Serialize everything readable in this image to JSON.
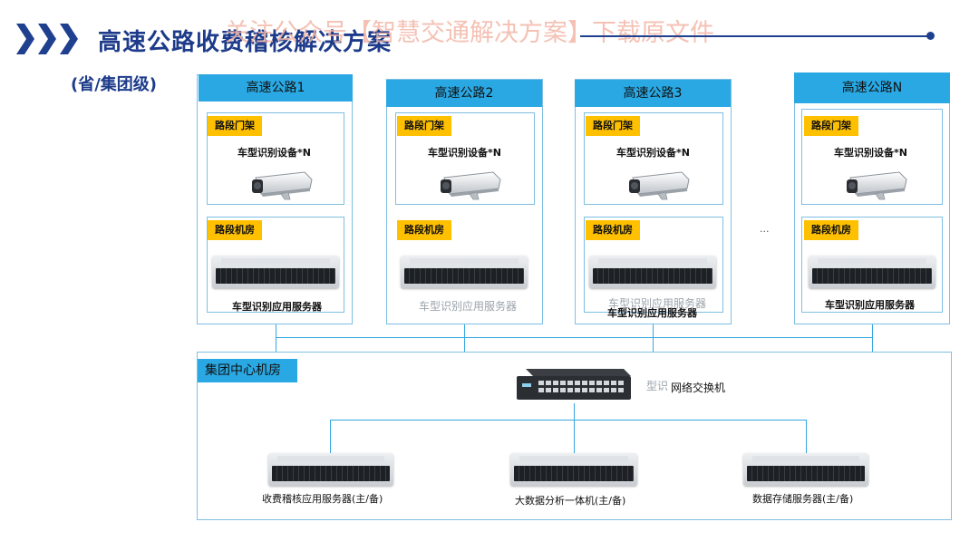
{
  "header": {
    "title": "高速公路收费稽核解决方案",
    "watermark": "关注公众号【智慧交通解决方案】下载原文件",
    "subtitle": "(省/集团级)"
  },
  "highways": [
    {
      "name": "高速公路1",
      "gantry": "路段门架",
      "camera_label": "车型识别设备*N",
      "room": "路段机房",
      "server_label": "车型识别应用服务器"
    },
    {
      "name": "高速公路2",
      "gantry": "路段门架",
      "camera_label": "车型识别设备*N",
      "room": "路段机房",
      "server_label": "车型识别应用服务器"
    },
    {
      "name": "高速公路3",
      "gantry": "路段门架",
      "camera_label": "车型识别设备*N",
      "room": "路段机房",
      "server_label": "车型识别应用服务器",
      "server_label_ghost": "车型识别应用服务器"
    },
    {
      "name": "高速公路N",
      "gantry": "路段门架",
      "camera_label": "车型识别设备*N",
      "room": "路段机房",
      "server_label": "车型识别应用服务器"
    }
  ],
  "ellipsis": "...",
  "center": {
    "title": "集团中心机房",
    "switch_ghost": "型识",
    "switch_label": "网络交换机",
    "servers": [
      {
        "label": "收费稽核应用服务器(主/备)"
      },
      {
        "label": "大数据分析一体机(主/备)"
      },
      {
        "label": "数据存储服务器(主/备)"
      }
    ]
  },
  "colors": {
    "brand": "#1f3f8f",
    "title_bar": "#29a8e3",
    "tag": "#ffc000",
    "border": "#7fbfe3",
    "watermark": "#f3b7a8"
  }
}
